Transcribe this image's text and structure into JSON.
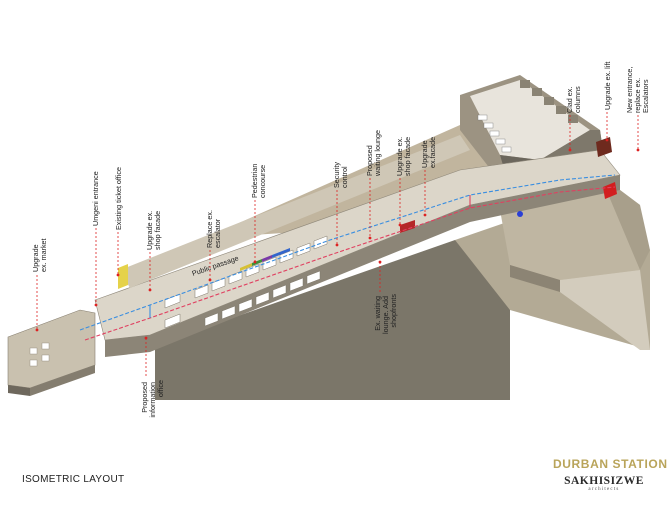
{
  "title": "ISOMETRIC LAYOUT",
  "logo": {
    "main": "DURBAN STATION",
    "sub": "SAKHISIZWE",
    "sub2": "architects"
  },
  "labels": {
    "upgrade_ex_market": [
      "Upgrade",
      "ex. market"
    ],
    "umgeni_entrance": [
      "Umgeni entrance"
    ],
    "existing_ticket_office": [
      "Existing ticket office"
    ],
    "upgrade_ex_shop_facade_1": [
      "Upgrade ex.",
      "shop facade"
    ],
    "replace_ex_escalator": [
      "Replace ex.",
      "escalator"
    ],
    "pedestrian_concourse": [
      "Pedestrian",
      "concourse"
    ],
    "public_passage": "Public passage",
    "security_control": [
      "Security",
      "control"
    ],
    "proposed_waiting_lounge": [
      "Proposed",
      "waiting lounge"
    ],
    "upgrade_ex_shop_facade_2": [
      "Upgrade ex.",
      "shop facade"
    ],
    "upgrade_ex_facade": [
      "Upgrade",
      "ex.facade"
    ],
    "clad_ex_columns": [
      "Clad ex.",
      "columns"
    ],
    "upgrade_ex_lift": [
      "Upgrade ex. lift"
    ],
    "new_entrance": [
      "New entrance,",
      "replace ex.",
      "Escalators"
    ],
    "proposed_information_office": [
      "Proposed",
      "information",
      "office"
    ],
    "ex_waiting_lounge": [
      "Ex. waiting",
      "lounge. Add",
      "shopfronts"
    ]
  },
  "colors": {
    "callout": "#dd2222",
    "circulation_blue": "#3a8ee0",
    "circulation_red": "#e04060",
    "logo_gold": "#b9a45a"
  }
}
